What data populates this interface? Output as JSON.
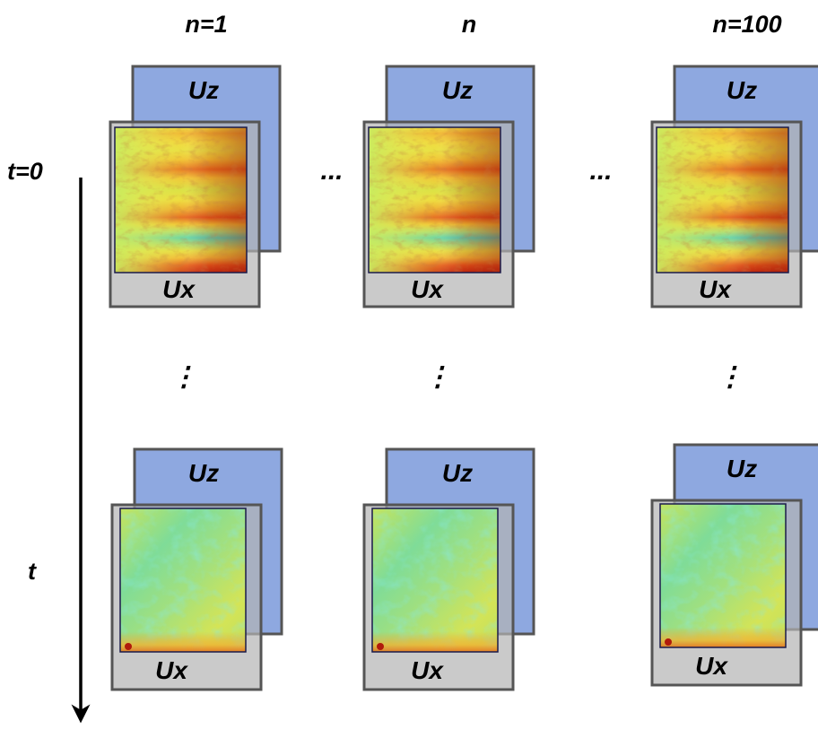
{
  "columns": [
    {
      "label": "n=1"
    },
    {
      "label": "n"
    },
    {
      "label": "n=100"
    }
  ],
  "column_ellipsis": "...",
  "row_ellipsis": "⋮",
  "time_axis": {
    "start_label": "t=0",
    "later_label": "t"
  },
  "stack": {
    "front_label": "Ux",
    "back_label": "Uz"
  },
  "colors": {
    "back_panel": "#8ea8e0",
    "front_panel": "#b4b4b4",
    "panel_border": "#555555",
    "heatmap_low": "#2fc8d0",
    "heatmap_mid": "#f6e43a",
    "heatmap_high": "#d22a10"
  },
  "rows": [
    {
      "snapshot": "early",
      "pattern": "streaks"
    },
    {
      "snapshot": "late",
      "pattern": "uniform"
    }
  ]
}
